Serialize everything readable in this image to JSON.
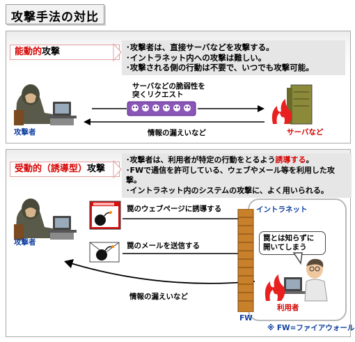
{
  "title": "攻撃手法の対比",
  "active": {
    "tag_red": "能動的",
    "tag_black": "攻撃",
    "notes": [
      "･攻撃者は、直接サーバなどを攻撃する。",
      "･イントラネット内への攻撃は難しい。",
      "･攻撃される側の行動は不要で、いつでも攻撃可能。"
    ],
    "request_label_1": "サーバなどの脆弱性を",
    "request_label_2": "突くリクエスト",
    "leak_label": "情報の漏えいなど",
    "attacker_label": "攻撃者",
    "server_label": "サーバなど"
  },
  "passive": {
    "tag_red": "受動的（誘導型）",
    "tag_black": "攻撃",
    "note1_before": "･攻撃者は、利用者が特定の行動をとるよう",
    "note1_red": "誘導する",
    "note1_after": "。",
    "note2": "･FWで通信を許可している、ウェブやメール等を利用した攻撃。",
    "note3": "･イントラネット内のシステムの攻撃に、よく用いられる。",
    "web_label": "罠のウェブページに誘導する",
    "mail_label": "罠のメールを送信する",
    "leak_label": "情報の漏えいなど",
    "attacker_label": "攻撃者",
    "intranet_label": "イントラネット",
    "bubble_line1": "罠とは知らずに",
    "bubble_line2": "開いてしまう",
    "user_label": "利用者",
    "fw_label": "FW",
    "footnote": "※ FW=ファイアウォール"
  }
}
